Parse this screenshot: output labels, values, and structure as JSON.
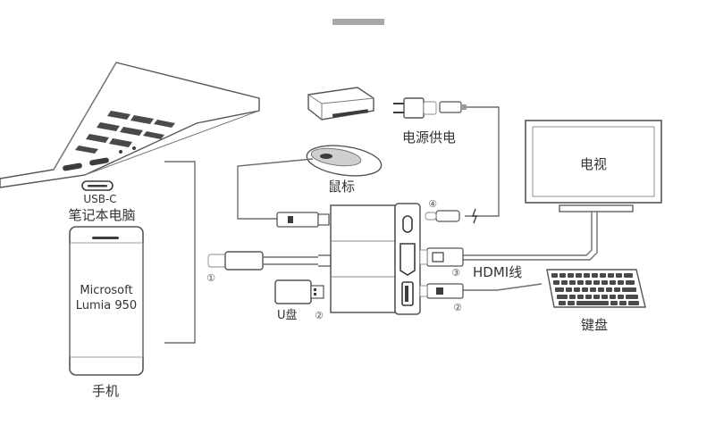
{
  "accent_color": "#a8a8a8",
  "devices": {
    "laptop_port": "USB-C",
    "laptop": "笔记本电脑",
    "phone_brand": "Microsoft",
    "phone_model": "Lumia 950",
    "phone": "手机",
    "power": "电源供电",
    "mouse": "鼠标",
    "tv": "电视",
    "usb_drive": "U盘",
    "hdmi": "HDMI线",
    "keyboard": "键盘"
  },
  "markers": {
    "one": "①",
    "two_left": "②",
    "two_right": "②",
    "three": "③",
    "four": "④"
  },
  "icons": [
    "laptop-icon",
    "phone-icon",
    "power-bank-icon",
    "wall-charger-icon",
    "mouse-icon",
    "tv-icon",
    "usb-drive-icon",
    "keyboard-icon",
    "usb-c-hub-icon",
    "hdmi-connector-icon",
    "usb-a-connector-icon",
    "lightning-icon"
  ]
}
